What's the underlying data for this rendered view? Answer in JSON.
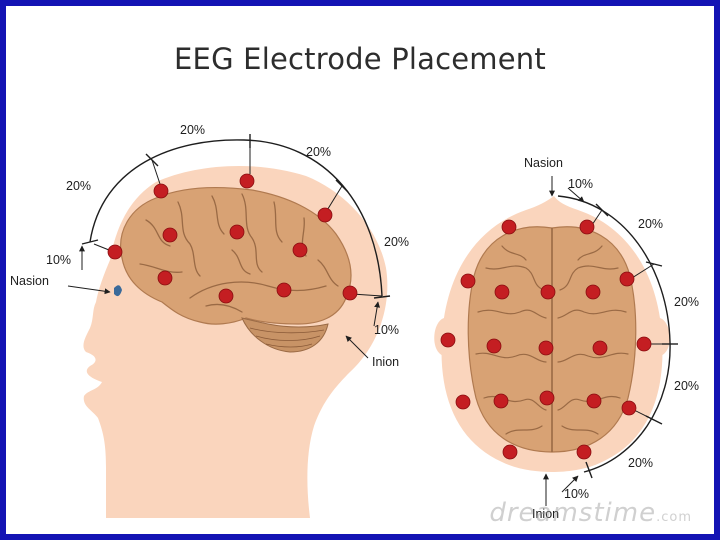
{
  "title": "EEG Electrode Placement",
  "side_view": {
    "labels": {
      "arc_top": "20%",
      "arc_upper_right": "20%",
      "arc_left": "20%",
      "arc_right": "20%",
      "front_low": "10%",
      "back_low": "10%",
      "nasion": "Nasion",
      "inion": "Inion"
    }
  },
  "top_view": {
    "labels": {
      "nasion": "Nasion",
      "front": "10%",
      "right_1": "20%",
      "right_2": "20%",
      "right_3": "20%",
      "right_4": "20%",
      "back": "10%",
      "inion": "Inion"
    }
  },
  "watermark": "dreamstime",
  "watermark_suffix": ".com",
  "colors": {
    "border": "#1414b4",
    "skin": "#fad5bd",
    "brain": "#d8a274",
    "electrode": "#c41e22",
    "sulci": "#9a6a45"
  }
}
